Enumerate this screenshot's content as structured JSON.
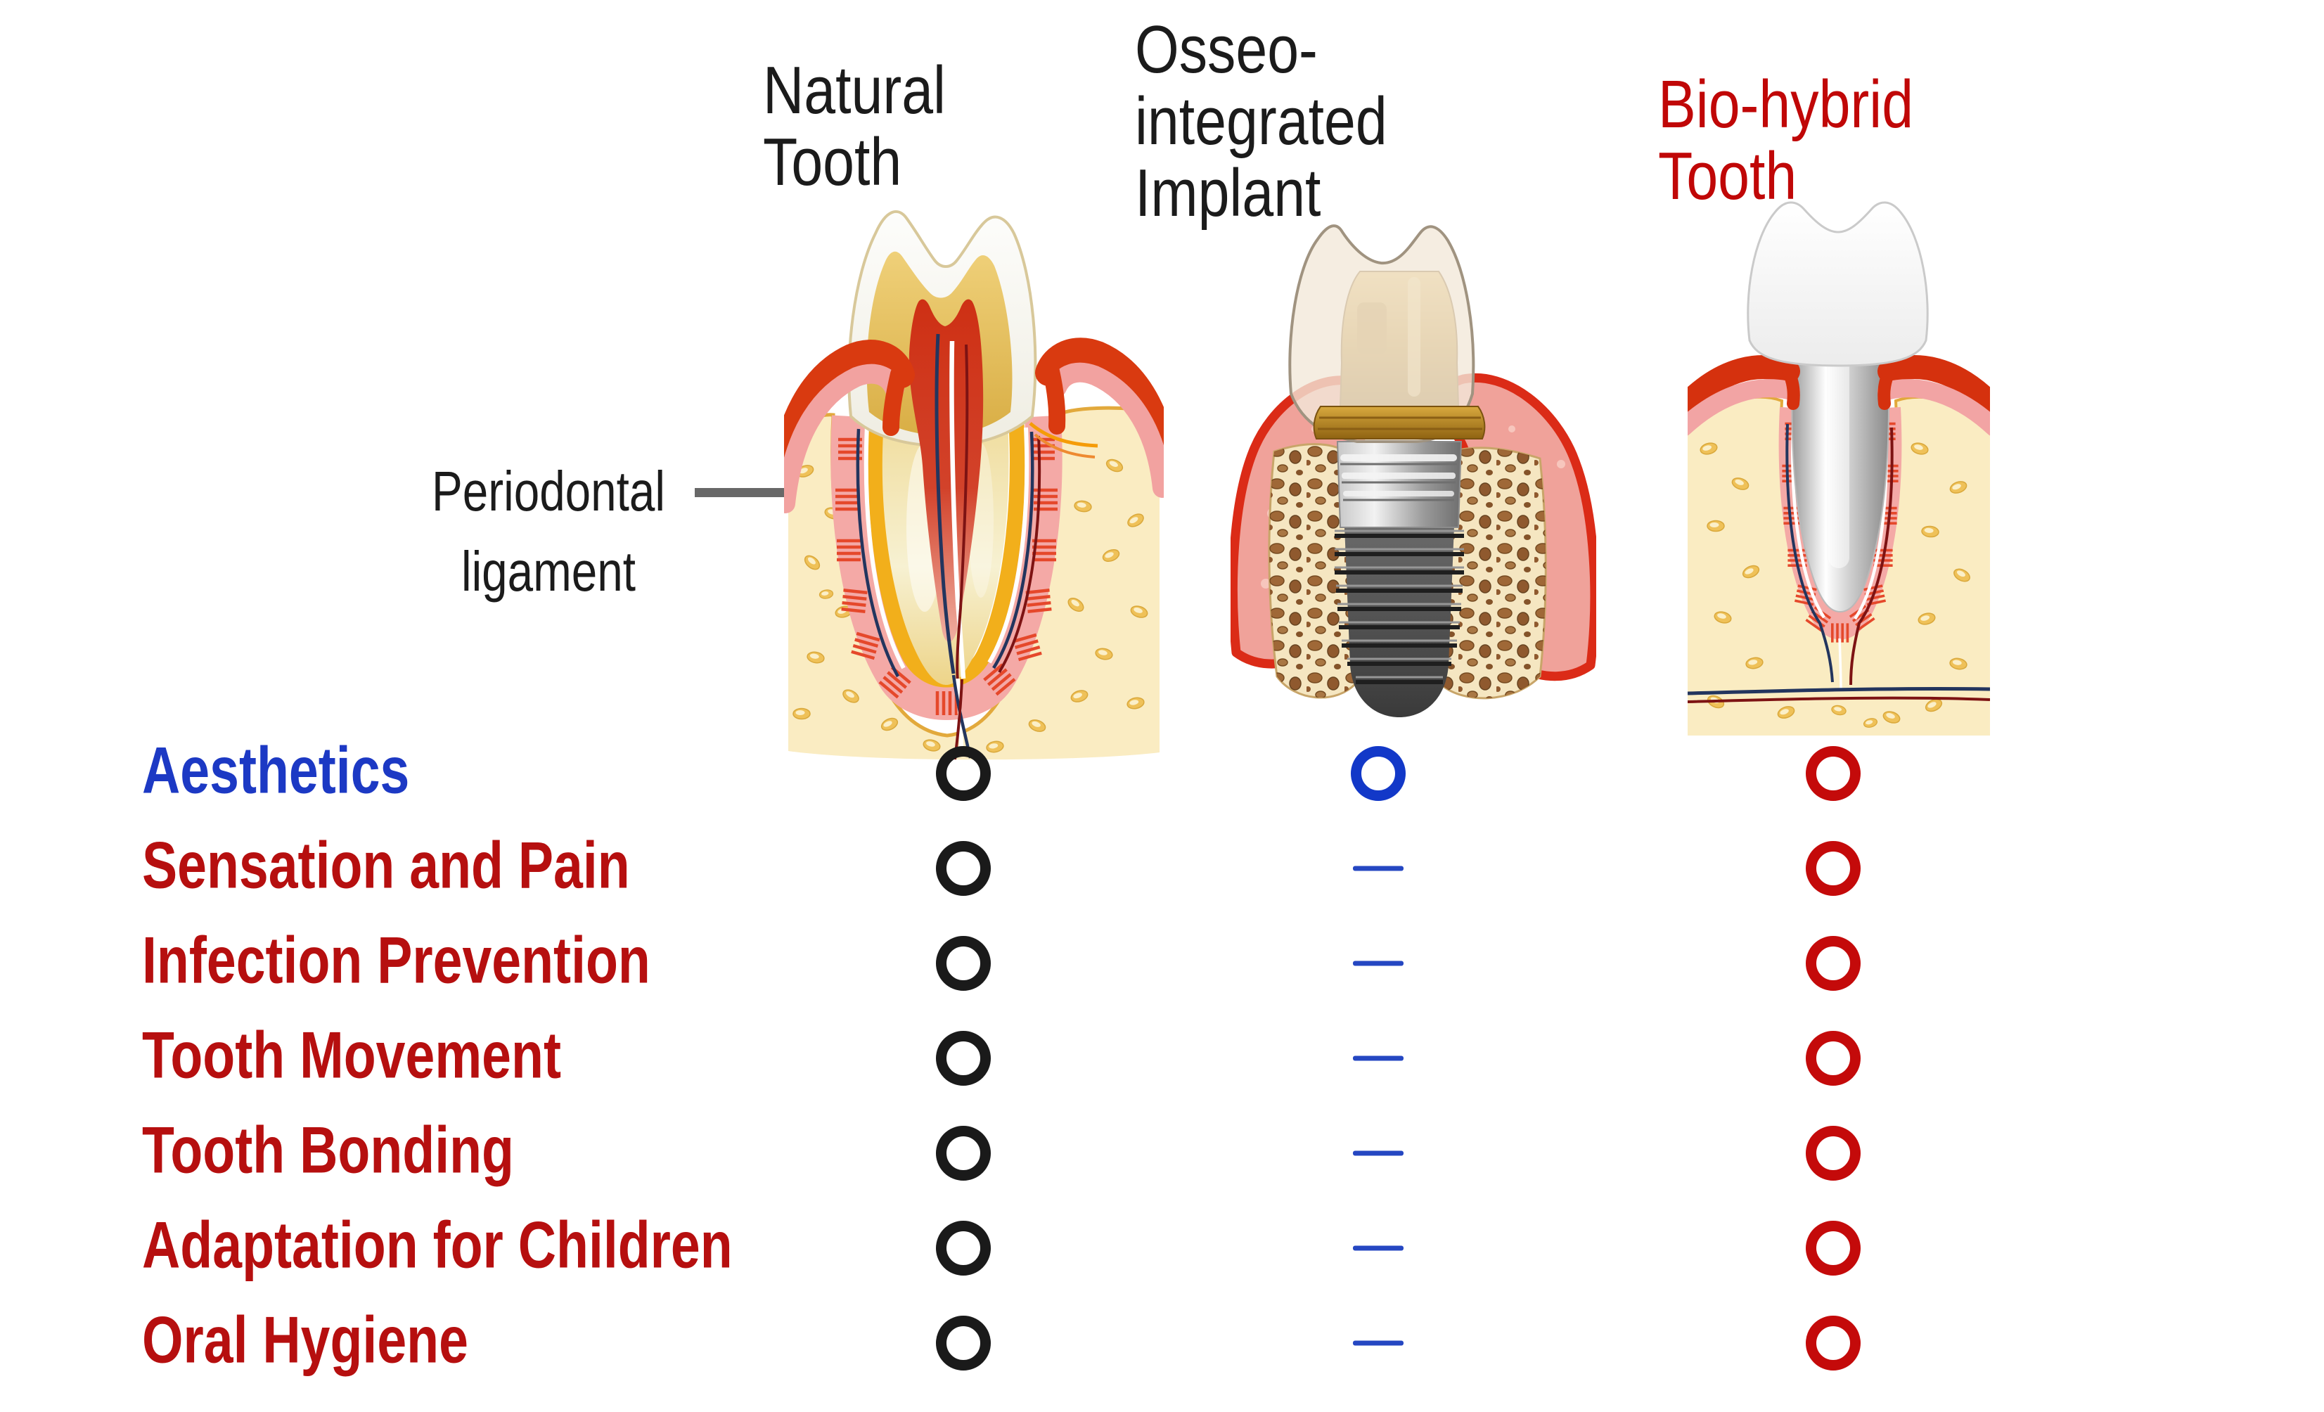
{
  "page": {
    "background": "#ffffff"
  },
  "columns": [
    {
      "id": "natural",
      "label": "Natural\nTooth",
      "color": "#1b1b1b"
    },
    {
      "id": "osseo",
      "label": "Osseo-\nintegrated\nImplant",
      "color": "#1b1b1b"
    },
    {
      "id": "biohybrid",
      "label": "Bio-hybrid\nTooth",
      "color": "#c00707"
    }
  ],
  "figures": [
    {
      "name": "natural-tooth-illustration",
      "caption": "Natural Tooth"
    },
    {
      "name": "osseointegrated-implant-illustration",
      "caption": "Osseo-integrated Implant"
    },
    {
      "name": "bio-hybrid-tooth-illustration",
      "caption": "Bio-hybrid Tooth"
    }
  ],
  "annotation": {
    "label": "Periodontal\nligament",
    "color": "#1b1b1b",
    "arrow_icon": "right-arrow",
    "arrow_color": "#686868"
  },
  "symbols": {
    "circle-black": "#1a1a1a",
    "circle-blue": "#1238c8",
    "circle-red": "#c40a0a",
    "dash-blue": "#2547c2"
  },
  "table": {
    "rows": [
      {
        "label": "Aesthetics",
        "label_color": "#1c39c4",
        "cells": [
          "circle-black",
          "circle-blue",
          "circle-red"
        ]
      },
      {
        "label": "Sensation and Pain",
        "label_color": "#b60f0f",
        "cells": [
          "circle-black",
          "dash-blue",
          "circle-red"
        ]
      },
      {
        "label": "Infection Prevention",
        "label_color": "#b60f0f",
        "cells": [
          "circle-black",
          "dash-blue",
          "circle-red"
        ]
      },
      {
        "label": "Tooth Movement",
        "label_color": "#b60f0f",
        "cells": [
          "circle-black",
          "dash-blue",
          "circle-red"
        ]
      },
      {
        "label": "Tooth Bonding",
        "label_color": "#b60f0f",
        "cells": [
          "circle-black",
          "dash-blue",
          "circle-red"
        ]
      },
      {
        "label": "Adaptation for Children",
        "label_color": "#b60f0f",
        "cells": [
          "circle-black",
          "dash-blue",
          "circle-red"
        ]
      },
      {
        "label": "Oral Hygiene",
        "label_color": "#b60f0f",
        "cells": [
          "circle-black",
          "dash-blue",
          "circle-red"
        ]
      }
    ]
  }
}
